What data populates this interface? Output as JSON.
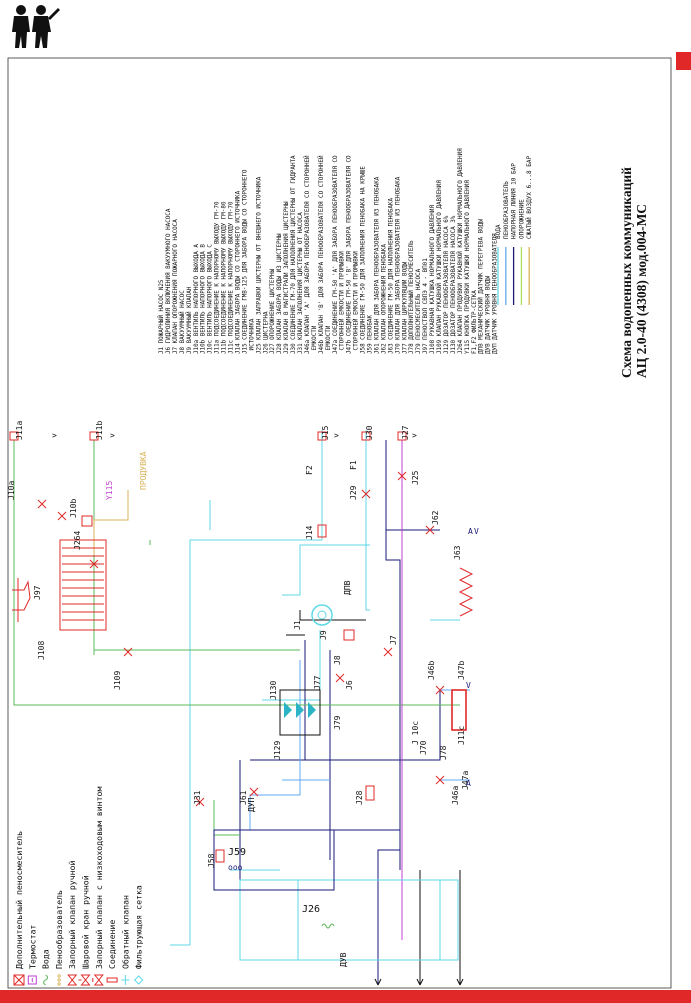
{
  "title": {
    "line1": "Схема водопенных коммуникаций",
    "line2": "АЦ 2.0-40 (4308) мод.004-МС"
  },
  "legend_lines": [
    {
      "label": "ВОДА",
      "color": "#5fd9e6"
    },
    {
      "label": "ПЕНООБРАЗОВАТЕЛЬ",
      "color": "#63a9f5"
    },
    {
      "label": "НАПОРНАЯ ЛИНИЯ 10 БАР",
      "color": "#1a1a7a"
    },
    {
      "label": "ОПОРОЖНЕНИЕ",
      "color": "#a8e05a"
    },
    {
      "label": "СЖАТЫЙ ВОЗДУХ 6...8 БАР",
      "color": "#d9b45a"
    }
  ],
  "components": [
    "J1 ПОЖАРНЫЙ НАСОС N25",
    "J6 ГИДРОЛИНИЯ ВКЛЮЧЕНИЯ ВАКУУМНОГО НАСОСА",
    "J7 КЛАПАН ОПОРОЖНЕНИЯ ПОЖАРНОГО НАСОСА",
    "J8 ВАКУУМНЫЙ НАСОС",
    "J9 ВАКУУМНЫЙ КЛАПАН",
    "J10a ВЕНТИЛЬ НАПОРНОГО ВЫХОДА А",
    "J10b ВЕНТИЛЬ НАПОРНОГО ВЫХОДА B",
    "J10c ВЕНТИЛЬ НАПОРНОГО ВЫХОДА C",
    "J11a ПОДСОЕДИНЕНИЕ К НАПОРНОМУ ВЫХОДУ ГМ-70",
    "J11b ПОДСОЕДИНЕНИЕ К НАПОРНОМУ ВЫХОДУ ГМ-80",
    "J11c ПОДСОЕДИНЕНИЕ К НАПОРНОМУ ВЫХОДУ ГМ-70",
    "J14 КЛАПАН ЗАБОРА ВОДЫ СО СТОРОННЕГО ИСТОЧНИКА",
    "J15 СОЕДИНЕНИЕ ГМВ-125 ДЛЯ ЗАБОРА ВОДЫ СО СТОРОННЕГО",
    "     ИСТОЧНИКА",
    "J25 КЛАПАН ЗАПРАВКИ ЦИСТЕРНЫ ОТ ВНЕШНЕГО ИСТОЧНИКА",
    "J26 ЦИСТЕРНА",
    "J27 ОПОРОЖНЕНИЕ ЦИСТЕРНЫ",
    "J28 КЛАПАН ЗАБОРА ВОДЫ ИЗ ЦИСТЕРНЫ",
    "J29 КЛАПАН В МАГИСТРАЛИ ЗАПОЛНЕНИЯ ЦИСТЕРНЫ",
    "J30 СОЕДИНЕНИЕ ГМ-70 ДЛЯ НАПОЛНЕНИЯ ЦИСТЕРНЫ ОТ ГИДРАНТА",
    "J31 КЛАПАН ЗАПОЛНЕНИЯ ЦИСТЕРНЫ ОТ НАСОСА",
    "J46a КЛАПАН 'А' ДЛЯ ЗАБОРА ПЕНООБРАЗОВАТЕЛЯ СО СТОРОННЕЙ",
    "     ЕМКОСТИ",
    "J46b КЛАПАН 'В' ДЛЯ ЗАБОРА ПЕНООБРАЗОВАТЕЛЯ СО СТОРОННЕЙ",
    "     ЕМКОСТИ",
    "J47a СОЕДИНЕНИЕ ГМ-50 'А' ДЛЯ ЗАБОРА ПЕНООБРАЗОВАТЕЛЯ СО",
    "     СТОРОННЕЙ ЕМКОСТИ И ПРОМЫВКИ",
    "J47b СОЕДИНЕНИЕ ГМ-50 'В' ДЛЯ ЗАБОРА ПЕНООБРАЗОВАТЕЛЯ СО",
    "     СТОРОННЕЙ ЕМКОСТИ И ПРОМЫВКИ",
    "J58 СОЕДИНЕНИЕ ГМ-50 ДЛЯ ЗАПОЛНЕНИЯ ПЕНОБАКА НА КРЫШЕ",
    "J59 ПЕНОБАК",
    "J61 КЛАПАН ДЛЯ ЗАБОРА ПЕНООБРАЗОВАТЕЛЯ ИЗ ПЕНОБАКА",
    "J62 КЛАПАН ОПОРОЖНЕНИЯ ПЕНОБАКА",
    "J63 СОЕДИНЕНИЕ ГМ-50 ДЛЯ НАПОЛНЕНИЯ ПЕНОБАКА",
    "J70 КЛАПАН ДЛЯ ЗАБОРА ПЕНООБРАЗОВАТЕЛЯ ИЗ ПЕНОБАКА",
    "J77 КЛАПАН ЦИРКУЛЯЦИИ ВОДЫ",
    "J78 ДОПОЛНИТЕЛЬНЫЙ ПЕНОСМЕСИТЕЛЬ",
    "J79 ПЕНОСМЕСИТЕЛЬ НАСОСА",
    "J97 ПЕНОСТВОЛ СВПЭ 4 - ВП01",
    "J108 РУКАВНАЯ КАТУШКА НОРМАЛЬНОГО ДАВЛЕНИЯ",
    "J109 КЛАПАН РУКАВНОЙ КАТУШКИ НОРМАЛЬНОГО ДАВЛЕНИЯ",
    "J129 ДОЗАТОР ПЕНООБРАЗОВАТЕЛЯ НАСОСА 6%",
    "J130 ДОЗАТОР ПЕНООБРАЗОВАТЕЛЯ НАСОСА 3%",
    "J264 КЛАПАН ПРОДУВКИ РУКАВНОЙ КАТУШКИ НОРМАЛЬНОГО ДАВЛЕНИЯ",
    "Y115 КНОПКА ПРОДУВКИ КАТУШКИ НОРМАЛЬНОГО ДАВЛЕНИЯ",
    "F1,F2 ФИЛЬТР-СЕТКА",
    "ДПВ МЕХАНИЧЕСКИЙ ДАТЧИК ПЕРЕГРЕВА ВОДЫ",
    "ДУВ ДАТЧИК УРОВНЯ ВОДЫ",
    "ДУП ДАТЧИК УРОВНЯ ПЕНООБРАЗОВАТЕЛЯ"
  ],
  "symbols": [
    {
      "label": "Дополнительный пеносмеситель",
      "icon": "mixer-icon"
    },
    {
      "label": "Термостат",
      "icon": "thermostat-icon"
    },
    {
      "label": "Вода",
      "icon": "water-icon"
    },
    {
      "label": "Пенообразователь",
      "icon": "foam-icon"
    },
    {
      "label": "Запорный клапан ручной",
      "icon": "manual-valve-icon"
    },
    {
      "label": "Шаровой кран ручной",
      "icon": "ball-valve-icon"
    },
    {
      "label": "Запорный клапан с низкоходовым винтом",
      "icon": "screw-valve-icon"
    },
    {
      "label": "Соединение",
      "icon": "connection-icon"
    },
    {
      "label": "Обратный клапан",
      "icon": "check-valve-icon"
    },
    {
      "label": "Фильтрующая сетка",
      "icon": "filter-icon"
    }
  ],
  "tags": {
    "j11a": "J11a",
    "j11b": "J11b",
    "j10a": "J10a",
    "j10b": "J10b",
    "y115": "Y115",
    "produvka": "ПРОДУВКА",
    "j264": "J264",
    "j97": "J97",
    "j108": "J108",
    "j109": "J109",
    "j15": "J15",
    "f2": "F2",
    "j30": "J30",
    "f1": "F1",
    "j29": "J29",
    "j27": "J27",
    "j25": "J25",
    "j14": "J14",
    "j62": "J62",
    "j63": "J63",
    "dpv": "ДПВ",
    "j1": "J1",
    "j9": "J9",
    "j8": "J8",
    "j6": "J6",
    "j7": "J7",
    "j77": "J77",
    "j130": "J130",
    "j79": "J79",
    "j129": "J129",
    "j46b": "J46b",
    "j47b": "J47b",
    "j10c": "J 10c",
    "j78": "J78",
    "j11c": "J11c",
    "j70": "J70",
    "j31": "J31",
    "j61": "J61",
    "dup": "ДУП",
    "j58": "J58",
    "j59": "J59",
    "j28": "J28",
    "j46a": "J46a",
    "j47a": "J47a",
    "j26": "J26",
    "duv": "ДУВ",
    "ooo": "ooo",
    "arrow_gt": ">",
    "arrow_a": "A",
    "arrow_v": "V"
  },
  "colors": {
    "water": "#5fd9e6",
    "foam": "#63a9f5",
    "pressure": "#1a1a7a",
    "drain": "#a8e05a",
    "air": "#d9b45a",
    "accent": "#e02828",
    "magenta": "#c040d0"
  }
}
